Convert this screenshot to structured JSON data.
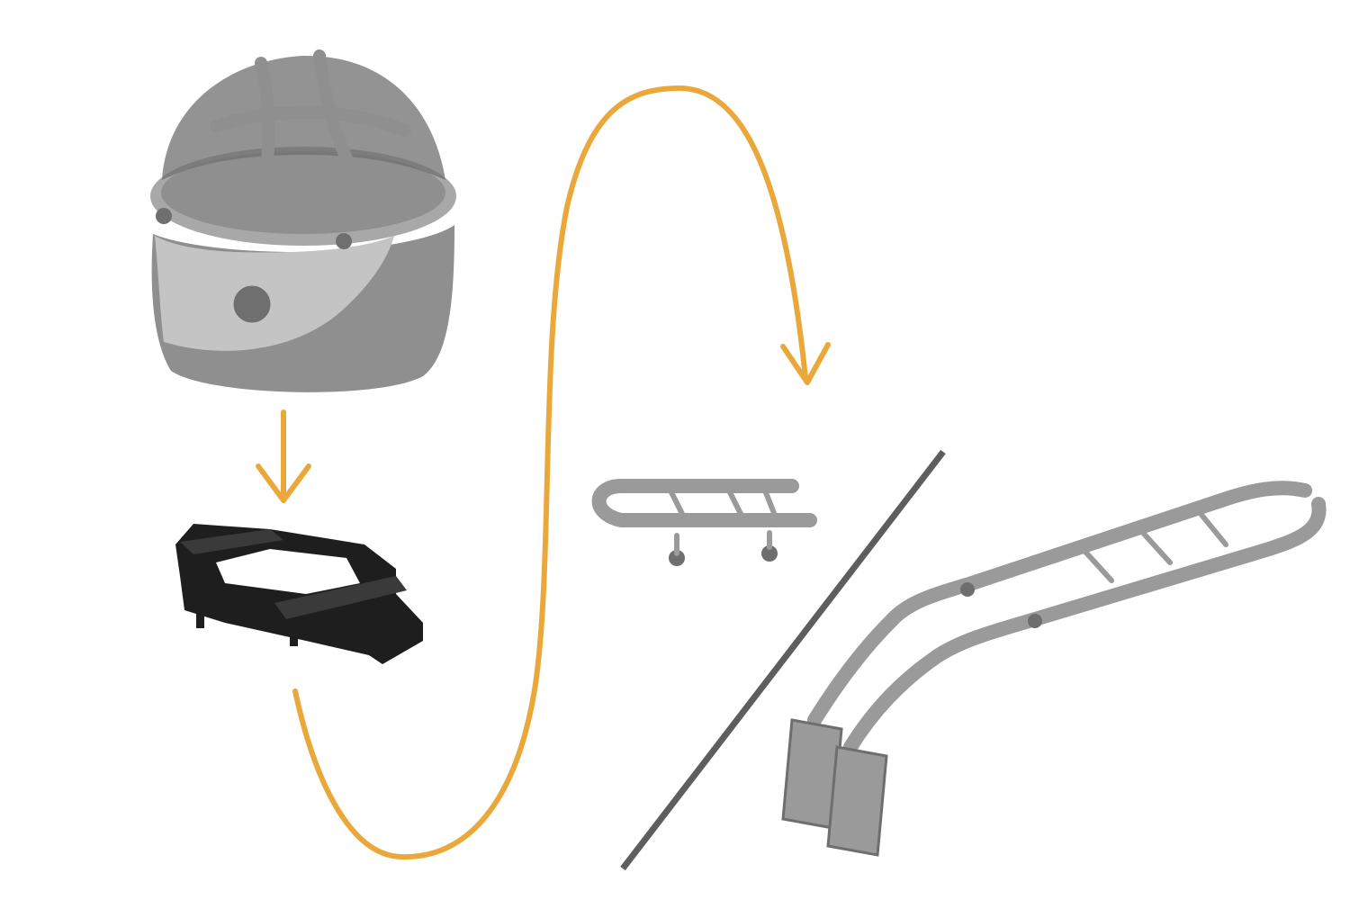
{
  "colors": {
    "background": "#ffffff",
    "arrow": "#eba83a",
    "divider": "#5e5e5e",
    "bag_dark": "#8f8f8f",
    "bag_light": "#c4c4c4",
    "bag_mid": "#a8a8a8",
    "mesh": "#6f6f6f",
    "plate": "#1e1e1e",
    "plate_edge": "#3a3a3a",
    "rack": "#9a9a9a",
    "rack_dark": "#6e6e6e"
  },
  "items": [
    {
      "id": "pet-carrier-bag",
      "icon": "pet-carrier-bag-icon"
    },
    {
      "id": "mounting-plate",
      "icon": "mounting-plate-icon"
    },
    {
      "id": "short-rack-adapter",
      "icon": "short-rack-adapter-icon"
    },
    {
      "id": "long-rack-adapter",
      "icon": "long-rack-adapter-icon"
    }
  ],
  "arrows": [
    {
      "id": "bag-to-plate",
      "from": "pet-carrier-bag",
      "to": "mounting-plate"
    },
    {
      "id": "plate-to-rack",
      "from": "mounting-plate",
      "to": "short-rack-adapter"
    }
  ],
  "divider": {
    "separates": [
      "short-rack-adapter",
      "long-rack-adapter"
    ]
  }
}
